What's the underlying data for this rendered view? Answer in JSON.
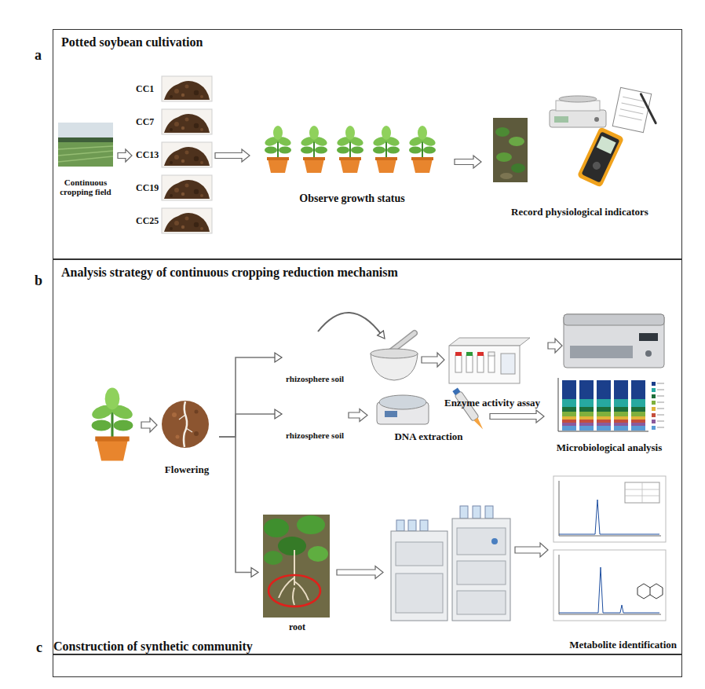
{
  "diagram": {
    "nodes": [
      {
        "text": [
          "a",
          "Potted soybean cultivation"
        ]
      },
      {
        "text": [
          "Continuous cropping field"
        ],
        "in": 0
      },
      {
        "text": [
          "CC1"
        ],
        "in": 0
      },
      {
        "text": [
          "CC7"
        ],
        "in": 0
      },
      {
        "text": [
          "CC13"
        ],
        "in": 0
      },
      {
        "text": [
          "CC19"
        ],
        "in": 0
      },
      {
        "text": [
          "CC25"
        ],
        "in": 0
      },
      {
        "text": [
          "Observe growth status"
        ],
        "in": 0
      },
      {
        "text": [
          "Record physiological indicators"
        ],
        "in": 0
      },
      {
        "text": [
          "b",
          "Analysis strategy of continuous cropping reduction mechanism"
        ]
      },
      {
        "text": [
          "Flowering"
        ],
        "in": 9
      },
      {
        "text": [
          "rhizosphere soil"
        ],
        "in": 9
      },
      {
        "text": [
          "Enzyme activity assay"
        ],
        "in": 9
      },
      {
        "text": [
          "rhizosphere soil"
        ],
        "in": 9
      },
      {
        "text": [
          "DNA extraction"
        ],
        "in": 9
      },
      {
        "text": [
          "Microbiological analysis"
        ],
        "in": 9
      },
      {
        "text": [
          "root"
        ],
        "in": 9
      },
      {
        "text": [
          "Metabolite identification"
        ],
        "in": 9
      },
      {
        "text": [
          "c",
          "Construction of synthetic community"
        ]
      }
    ],
    "edges": [
      {
        "from": 1,
        "to": 4,
        "arrow": "to"
      },
      {
        "from": 4,
        "to": 7,
        "arrow": "to"
      },
      {
        "from": 7,
        "to": 8,
        "arrow": "to"
      },
      {
        "from": 10,
        "to": 11,
        "arrow": "to"
      },
      {
        "from": 10,
        "to": 13,
        "arrow": "to"
      },
      {
        "from": 10,
        "to": 16,
        "arrow": "to"
      },
      {
        "from": 13,
        "to": 14,
        "arrow": "to"
      },
      {
        "from": 14,
        "to": 15,
        "arrow": "to"
      },
      {
        "from": 16,
        "to": 17,
        "arrow": "to"
      }
    ]
  }
}
